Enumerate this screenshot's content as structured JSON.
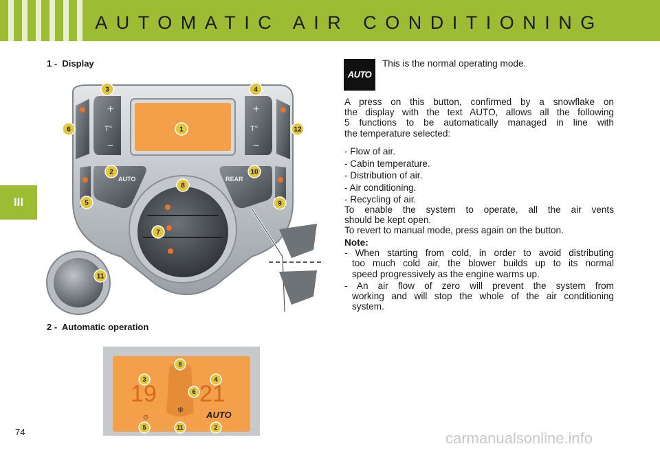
{
  "header": {
    "title": "AUTOMATIC AIR CONDITIONING"
  },
  "chapter_tab": "III",
  "sections": {
    "display": {
      "number": "1 -",
      "title": "Display"
    },
    "auto": {
      "number": "2 -",
      "title": "Automatic operation"
    }
  },
  "callouts": [
    "1",
    "2",
    "3",
    "4",
    "5",
    "6",
    "7",
    "8",
    "9",
    "10",
    "11",
    "12"
  ],
  "panel_labels": {
    "auto": "AUTO",
    "rear": "REAR",
    "temp_left": "T°",
    "temp_right": "T°",
    "plus": "+",
    "minus": "−"
  },
  "lcd": {
    "temp_left": "19",
    "temp_right": "21",
    "auto_text": "AUTO",
    "callouts": [
      "8",
      "3",
      "4",
      "6",
      "5",
      "11",
      "2"
    ]
  },
  "auto_button_label": "AUTO",
  "text": {
    "normal_mode": "This is the normal operating mode.",
    "intro": [
      "A press on this button, confirmed by a snowflake on",
      "the display with the text AUTO, allows all the following",
      "5 functions to be automatically managed in line with",
      "the temperature selected:"
    ],
    "functions": [
      "- Flow of air.",
      "- Cabin temperature.",
      "- Distribution of air.",
      "- Air conditioning.",
      "- Recycling of air."
    ],
    "enable": [
      "To enable the system to operate, all the air vents",
      "should be kept open."
    ],
    "revert": "To revert to manual mode, press again on the button.",
    "note_label": "Note:",
    "note_1": [
      "- When starting from cold, in order to avoid distributing",
      "too much cold air, the blower builds up to its normal",
      "speed progressively as the engine warms up."
    ],
    "note_2": [
      "- An air flow of zero will prevent the system from",
      "working and will stop the whole of the air conditioning",
      "system."
    ]
  },
  "page_number": "74",
  "watermark": "carmanualsonline.info",
  "colors": {
    "header": "#9cbc34",
    "lcd": "#f4a04a",
    "callout": "#e2c63e",
    "led": "#e8732a"
  }
}
